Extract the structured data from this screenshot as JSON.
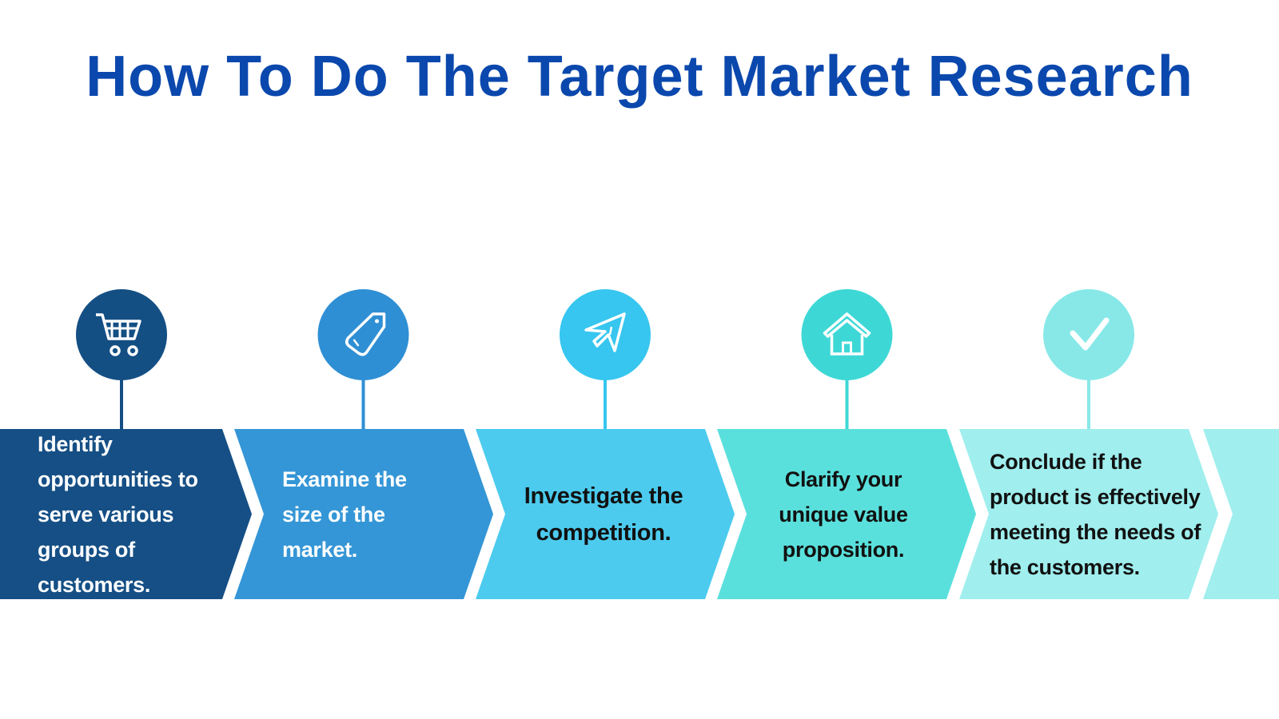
{
  "title": "How To Do The Target Market Research",
  "steps": [
    {
      "text": "Identify opportunities to serve various groups of customers.",
      "icon": "shopping-cart-icon",
      "fill": "#154f85",
      "circle": "#144f84",
      "text_color": "#ffffff"
    },
    {
      "text": "Examine the size of the market.",
      "icon": "price-tag-icon",
      "fill": "#3496d6",
      "circle": "#2f8fd4",
      "text_color": "#ffffff"
    },
    {
      "text": "Investigate the competition.",
      "icon": "paper-plane-icon",
      "fill": "#4ccbee",
      "circle": "#36c6ef",
      "text_color": "#111111"
    },
    {
      "text": "Clarify your unique value proposition.",
      "icon": "house-icon",
      "fill": "#5ae0dc",
      "circle": "#3dd8d6",
      "text_color": "#111111"
    },
    {
      "text": "Conclude if the product is effectively meeting the needs of the customers.",
      "icon": "checkmark-icon",
      "fill": "#a0eeee",
      "circle": "#88e8e8",
      "text_color": "#111111"
    }
  ],
  "trailing_fill": "#a0eeee"
}
